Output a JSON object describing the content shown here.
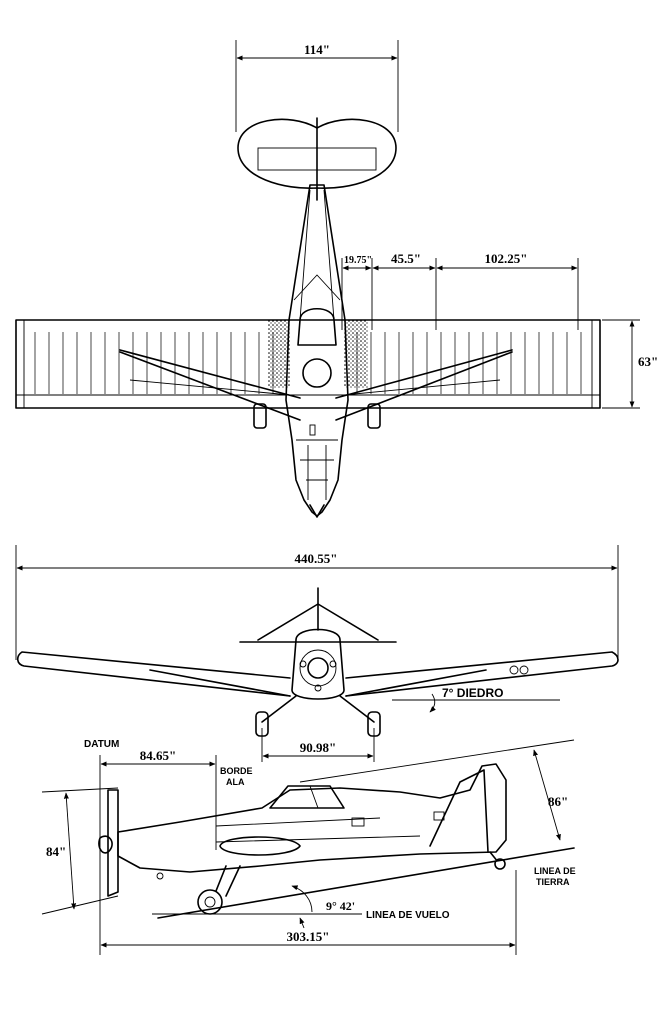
{
  "top_view": {
    "span_tail": "114\"",
    "dim_a": "19.75\"",
    "dim_b": "45.5\"",
    "dim_c": "102.25\"",
    "chord": "63\""
  },
  "front_view": {
    "span": "440.55\"",
    "dihedral": "7° DIEDRO",
    "track": "90.98\""
  },
  "side_view": {
    "datum": "DATUM",
    "datum_to_le": "84.65\"",
    "le_label_1": "BORDE",
    "le_label_2": "ALA",
    "height": "86\"",
    "prop_diameter": "84\"",
    "ground_line_1": "LINEA DE",
    "ground_line_2": "TIERRA",
    "angle": "9° 42'",
    "flight_line": "LINEA DE VUELO",
    "length": "303.15\""
  },
  "icons": {
    "arrowhead": "arrow-icon"
  }
}
